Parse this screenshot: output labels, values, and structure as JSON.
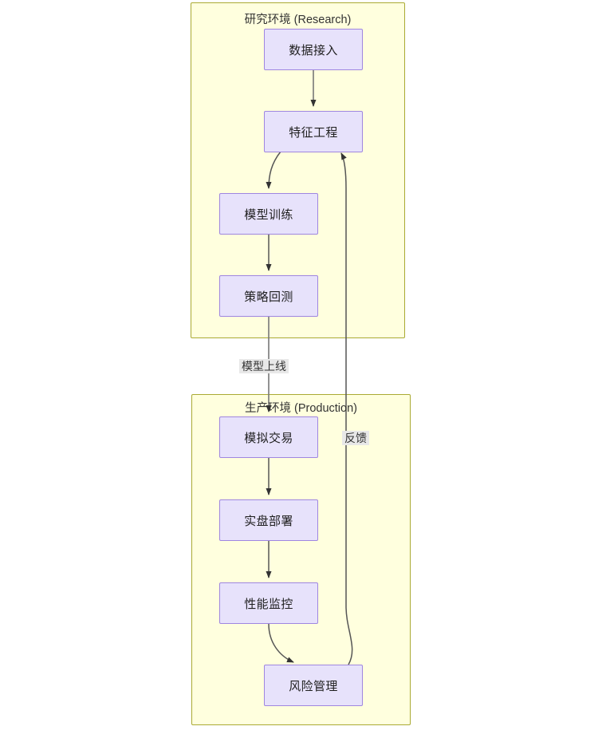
{
  "diagram": {
    "type": "flowchart",
    "orientation": "top-down",
    "clusters": [
      {
        "id": "research",
        "label": "研究环境 (Research)",
        "fill": "#ffffde",
        "stroke": "#aaaa33"
      },
      {
        "id": "production",
        "label": "生产环境 (Production)",
        "fill": "#ffffde",
        "stroke": "#aaaa33"
      }
    ],
    "nodes": [
      {
        "id": "data_ingest",
        "label": "数据接入",
        "cluster": "research"
      },
      {
        "id": "feature_eng",
        "label": "特征工程",
        "cluster": "research"
      },
      {
        "id": "model_train",
        "label": "模型训练",
        "cluster": "research"
      },
      {
        "id": "backtest",
        "label": "策略回测",
        "cluster": "research"
      },
      {
        "id": "paper_trade",
        "label": "模拟交易",
        "cluster": "production"
      },
      {
        "id": "live_deploy",
        "label": "实盘部署",
        "cluster": "production"
      },
      {
        "id": "perf_monitor",
        "label": "性能监控",
        "cluster": "production"
      },
      {
        "id": "risk_mgmt",
        "label": "风险管理",
        "cluster": "production"
      }
    ],
    "edges": [
      {
        "from": "data_ingest",
        "to": "feature_eng",
        "label": ""
      },
      {
        "from": "feature_eng",
        "to": "model_train",
        "label": ""
      },
      {
        "from": "model_train",
        "to": "backtest",
        "label": ""
      },
      {
        "from": "backtest",
        "to": "paper_trade",
        "label": "模型上线"
      },
      {
        "from": "paper_trade",
        "to": "live_deploy",
        "label": ""
      },
      {
        "from": "live_deploy",
        "to": "perf_monitor",
        "label": ""
      },
      {
        "from": "perf_monitor",
        "to": "risk_mgmt",
        "label": ""
      },
      {
        "from": "risk_mgmt",
        "to": "feature_eng",
        "label": "反馈"
      }
    ],
    "edge_labels": [
      {
        "id": "deploy_label",
        "text": "模型上线"
      },
      {
        "id": "feedback_label",
        "text": "反馈"
      }
    ],
    "colors": {
      "node_fill": "#e7e2fb",
      "node_stroke": "#9f86e0",
      "cluster_fill": "#ffffde",
      "cluster_stroke": "#aaaa33",
      "edge_stroke": "#666666",
      "text": "#1f1f1f",
      "background": "#ffffff"
    }
  }
}
